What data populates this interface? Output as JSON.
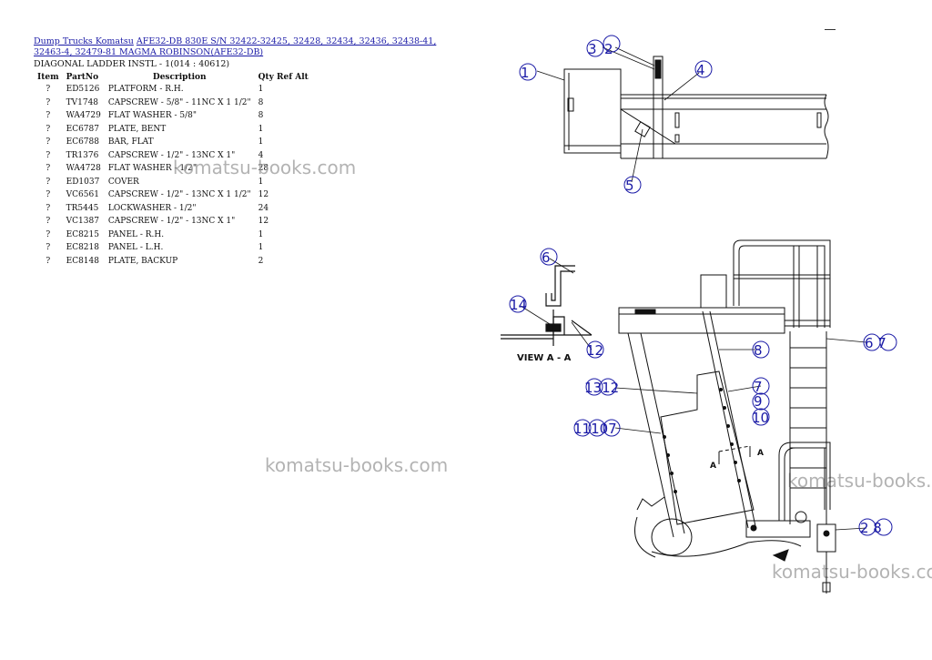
{
  "breadcrumb": {
    "link1": "Dump Trucks Komatsu",
    "link2": "AFE32-DB 830E S/N 32422-32425, 32428, 32434, 32436, 32438-41, 32463-4, 32479-81 MAGMA ROBINSON(AFE32-DB)"
  },
  "subtitle": "DIAGONAL LADDER INSTL - 1(014 : 40612)",
  "table": {
    "headers": [
      "Item",
      "PartNo",
      "Description",
      "Qty",
      "Ref",
      "Alt"
    ],
    "rows": [
      [
        "?",
        "ED5126",
        "PLATFORM - R.H.",
        "1"
      ],
      [
        "?",
        "TV1748",
        "CAPSCREW - 5/8\" - 11NC X 1 1/2\"",
        "8"
      ],
      [
        "?",
        "WA4729",
        "FLAT WASHER - 5/8\"",
        "8"
      ],
      [
        "?",
        "EC6787",
        "PLATE, BENT",
        "1"
      ],
      [
        "?",
        "EC6788",
        "BAR, FLAT",
        "1"
      ],
      [
        "?",
        "TR1376",
        "CAPSCREW - 1/2\" - 13NC X 1\"",
        "4"
      ],
      [
        "?",
        "WA4728",
        "FLAT WASHER - 1/2\"",
        "28"
      ],
      [
        "?",
        "ED1037",
        "COVER",
        "1"
      ],
      [
        "?",
        "VC6561",
        "CAPSCREW - 1/2\" - 13NC X 1 1/2\"",
        "12"
      ],
      [
        "?",
        "TR5445",
        "LOCKWASHER - 1/2\"",
        "24"
      ],
      [
        "?",
        "VC1387",
        "CAPSCREW - 1/2\" - 13NC X 1\"",
        "12"
      ],
      [
        "?",
        "EC8215",
        "PANEL - R.H.",
        "1"
      ],
      [
        "?",
        "EC8218",
        "PANEL - L.H.",
        "1"
      ],
      [
        "?",
        "EC8148",
        "PLATE, BACKUP",
        "2"
      ]
    ]
  },
  "watermark": "komatsu-books.com",
  "drawing": {
    "callouts": {
      "c1": "1",
      "c2": "2",
      "c3": "3",
      "c4": "4",
      "c5": "5",
      "c6": "6",
      "c7": "7",
      "c8": "8",
      "c9": "9",
      "c10": "10",
      "c12": "12",
      "c14": "14",
      "c1312": "1312",
      "c11107": "11107",
      "c67": "6 7",
      "c28": "2 8"
    },
    "view_label": "VIEW A - A",
    "section_marker": "A"
  }
}
